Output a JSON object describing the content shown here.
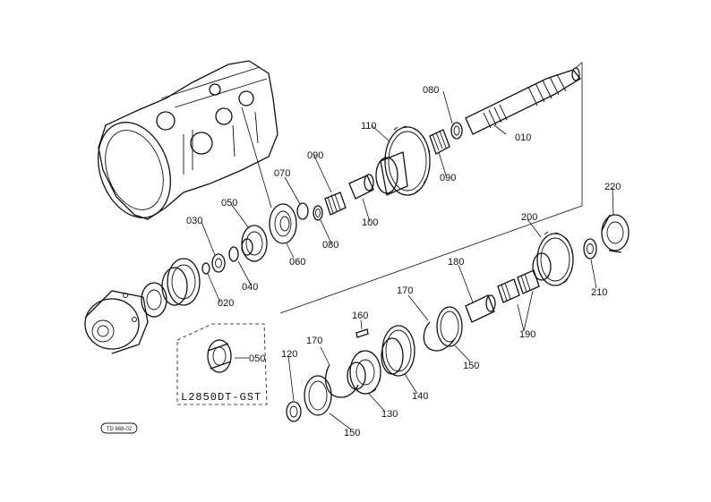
{
  "labels": [
    {
      "id": "010",
      "text": "010"
    },
    {
      "id": "020",
      "text": "020"
    },
    {
      "id": "030",
      "text": "030"
    },
    {
      "id": "040",
      "text": "040"
    },
    {
      "id": "050a",
      "text": "050"
    },
    {
      "id": "050b",
      "text": "050"
    },
    {
      "id": "060",
      "text": "060"
    },
    {
      "id": "070",
      "text": "070"
    },
    {
      "id": "080a",
      "text": "080"
    },
    {
      "id": "080b",
      "text": "080"
    },
    {
      "id": "090a",
      "text": "090"
    },
    {
      "id": "090b",
      "text": "090"
    },
    {
      "id": "100",
      "text": "100"
    },
    {
      "id": "110",
      "text": "110"
    },
    {
      "id": "120",
      "text": "120"
    },
    {
      "id": "130",
      "text": "130"
    },
    {
      "id": "140",
      "text": "140"
    },
    {
      "id": "150a",
      "text": "150"
    },
    {
      "id": "150b",
      "text": "150"
    },
    {
      "id": "160",
      "text": "160"
    },
    {
      "id": "170a",
      "text": "170"
    },
    {
      "id": "170b",
      "text": "170"
    },
    {
      "id": "180",
      "text": "180"
    },
    {
      "id": "190",
      "text": "190"
    },
    {
      "id": "200",
      "text": "200"
    },
    {
      "id": "210",
      "text": "210"
    },
    {
      "id": "220",
      "text": "220"
    }
  ],
  "variant_box": {
    "label": "L2850DT-GST"
  },
  "figure_code": "TD 668-02"
}
